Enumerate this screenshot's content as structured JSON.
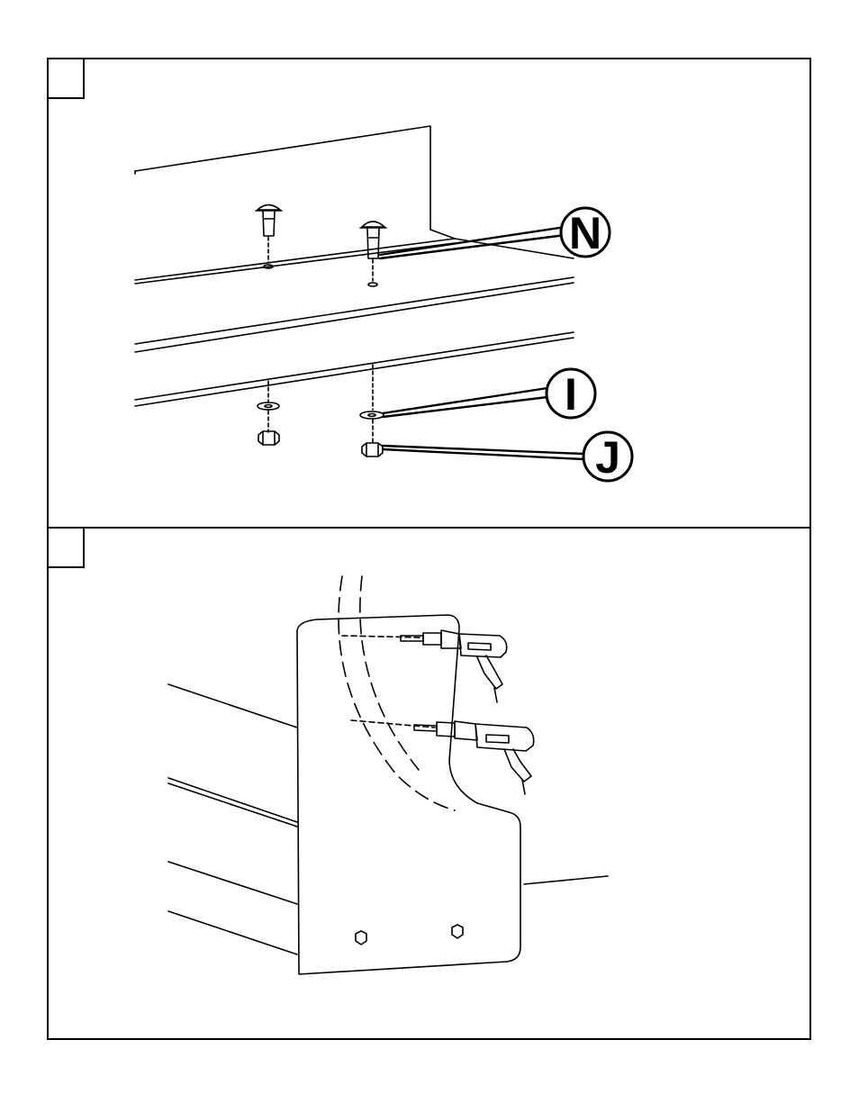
{
  "steps": [
    {
      "number": "",
      "callouts": [
        "N",
        "I",
        "J"
      ]
    },
    {
      "number": ""
    }
  ]
}
